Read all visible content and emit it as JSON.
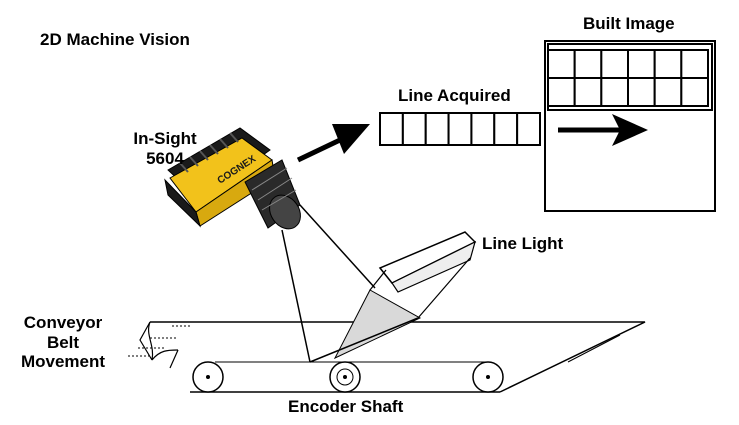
{
  "title": "2D Machine Vision",
  "camera": {
    "label_line1": "In-Sight",
    "label_line2": "5604",
    "brand": "COGNEX",
    "body_color": "#f2c21b"
  },
  "line_acquired": {
    "label": "Line Acquired",
    "cells": 7
  },
  "built_image": {
    "label": "Built Image",
    "rows": 2,
    "cols": 6
  },
  "line_light": {
    "label": "Line Light"
  },
  "conveyor": {
    "label_line1": "Conveyor",
    "label_line2": "Belt",
    "label_line3": "Movement"
  },
  "encoder": {
    "label": "Encoder Shaft"
  },
  "colors": {
    "stroke": "#000000",
    "light_beam": "#d9d9d9",
    "camera_dark": "#1a1a1a"
  }
}
